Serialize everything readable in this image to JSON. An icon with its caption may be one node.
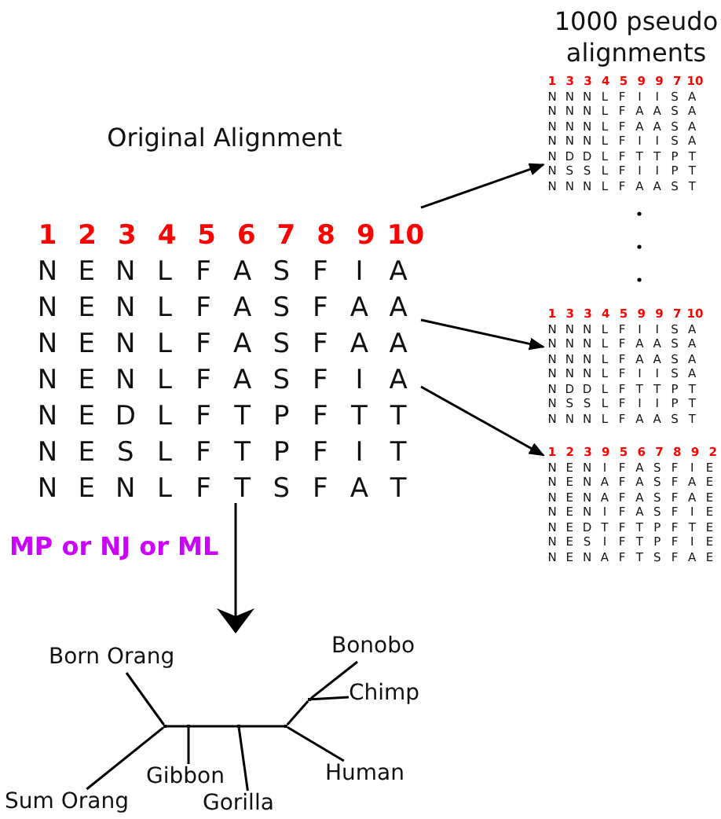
{
  "diagram": {
    "nodes": [
      {
        "text": [
          "Original Alignment",
          "1 2 3 4 5 6 7 8 9 10",
          "N E N L F A S F I A",
          "N E N L F A S F A A",
          "N E N L F A S F A A",
          "N E N L F A S F I A",
          "N E D L F T P F T T",
          "N E S L F T P F I T",
          "N E N L F T S F A T"
        ]
      },
      {
        "text": [
          "1 3 3 4 5 9 9 7 10",
          "N N N L F I I S A",
          "N N N L F A A S A",
          "N N N L F A A S A",
          "N N N L F I I S A",
          "N D D L F T T P T",
          "N S S L F I I P T",
          "N N N L F A A S T"
        ]
      },
      {
        "text": [
          "1 3 3 4 5 9 9 7 10",
          "N N N L F I I S A",
          "N N N L F A A S A",
          "N N N L F A A S A",
          "N N N L F I I S A",
          "N D D L F T T P T",
          "N S S L F I I P T",
          "N N N L F A A S T"
        ]
      },
      {
        "text": [
          "1 2 3 9 5 6 7 8 9 2",
          "N E N I F A S F I E",
          "N E N A F A S F A E",
          "N E N A F A S F A E",
          "N E N I F A S F I E",
          "N E D T F T P F T E",
          "N E S I F T P F I E",
          "N E N A F T S F A E"
        ]
      },
      {
        "text": [],
        "shape": "tree"
      },
      {
        "text": [
          "Bonobo"
        ],
        "in": 4
      },
      {
        "text": [
          "Born Orang"
        ],
        "in": 4
      },
      {
        "text": [
          "Chimp"
        ],
        "in": 4
      },
      {
        "text": [
          "Human"
        ],
        "in": 4
      },
      {
        "text": [
          "Gibbon"
        ],
        "in": 4
      },
      {
        "text": [
          "Sum Orang"
        ],
        "in": 4
      },
      {
        "text": [
          "Gorilla"
        ],
        "in": 4
      },
      {
        "text": [],
        "shape": "point",
        "in": 4
      },
      {
        "text": [],
        "shape": "point",
        "in": 4
      },
      {
        "text": [],
        "shape": "point",
        "in": 4
      },
      {
        "text": [],
        "shape": "point",
        "in": 4
      },
      {
        "text": [],
        "shape": "point",
        "in": 4
      }
    ],
    "edges": [
      {
        "from": 0,
        "to": 1,
        "arrow": "to"
      },
      {
        "from": 0,
        "to": 2,
        "arrow": "to"
      },
      {
        "from": 0,
        "to": 3,
        "arrow": "to"
      },
      {
        "from": 0,
        "to": 4,
        "arrow": "to",
        "label": "MP or NJ or ML"
      },
      {
        "from": 12,
        "to": 6,
        "arrow": "none"
      },
      {
        "from": 12,
        "to": 10,
        "arrow": "none"
      },
      {
        "from": 12,
        "to": 13,
        "arrow": "none"
      },
      {
        "from": 13,
        "to": 9,
        "arrow": "none"
      },
      {
        "from": 13,
        "to": 14,
        "arrow": "none"
      },
      {
        "from": 14,
        "to": 11,
        "arrow": "none"
      },
      {
        "from": 14,
        "to": 15,
        "arrow": "none"
      },
      {
        "from": 15,
        "to": 8,
        "arrow": "none"
      },
      {
        "from": 15,
        "to": 16,
        "arrow": "none"
      },
      {
        "from": 16,
        "to": 5,
        "arrow": "none"
      },
      {
        "from": 16,
        "to": 7,
        "arrow": "none"
      }
    ],
    "labels": [
      "1000 pseudo alignments"
    ]
  }
}
